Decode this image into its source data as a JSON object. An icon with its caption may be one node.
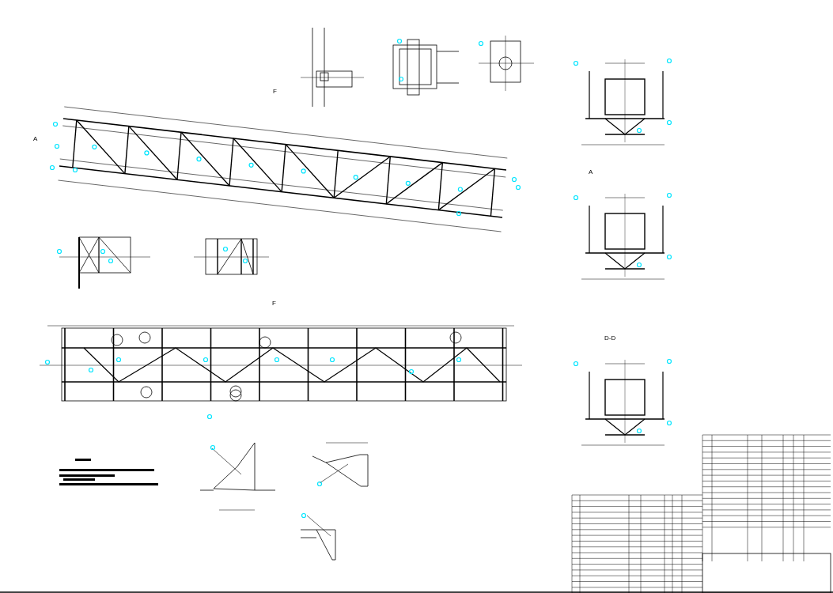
{
  "diagram": {
    "labels": [
      "A",
      "F",
      "A",
      "D-D",
      "F"
    ]
  }
}
